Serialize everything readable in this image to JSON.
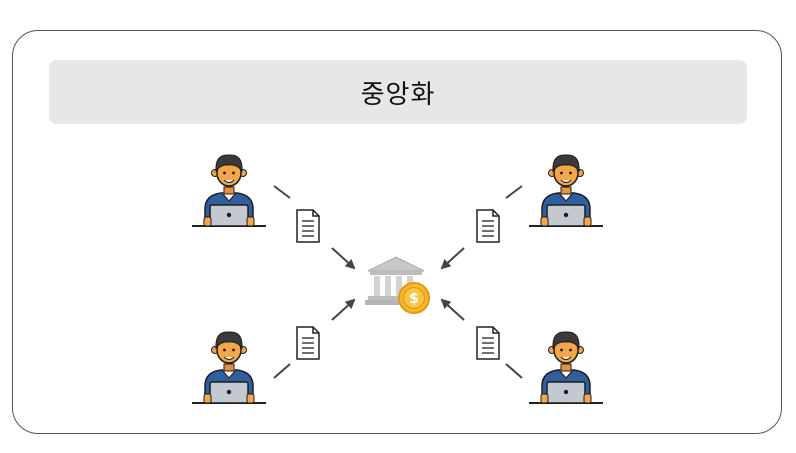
{
  "title": "중앙화",
  "colors": {
    "frame": "#555555",
    "title_bg": "#e7e7e7",
    "skin": "#f4a74a",
    "hair": "#3a3a3a",
    "shirt": "#2f5f9e",
    "laptop": "#c4c9cf",
    "bank": "#c8c8c8",
    "coin": "#f5b82e",
    "arrow": "#444444"
  },
  "nodes": {
    "users": [
      "user-top-left",
      "user-top-right",
      "user-bottom-left",
      "user-bottom-right"
    ],
    "center": "bank-with-coin-icon"
  }
}
